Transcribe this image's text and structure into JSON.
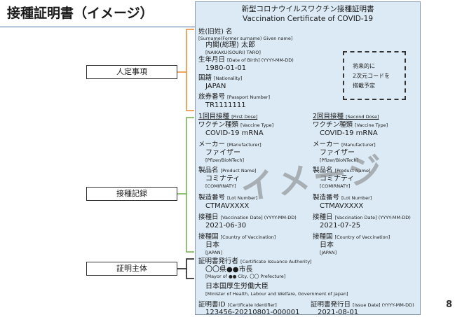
{
  "page": {
    "title": "接種証明書（イメージ）",
    "number": "8"
  },
  "categories": {
    "personal": "人定事項",
    "vaccination": "接種記録",
    "issuer": "証明主体"
  },
  "certificate": {
    "title_ja": "新型コロナウイルスワクチン接種証明書",
    "title_en": "Vaccination Certificate of COVID-19",
    "name": {
      "label": "姓(旧姓) 名",
      "label_en": "[Surname(Former surname) Given name]",
      "value": "内閣(総理) 太郎",
      "value_en": "[NAIKAKU(SOURI) TARO]"
    },
    "dob": {
      "label": "生年月日",
      "label_en": "[Date of Birth] (YYYY-MM-DD)",
      "value": "1980-01-01"
    },
    "nationality": {
      "label": "国籍",
      "label_en": "[Nationality]",
      "value": "JAPAN"
    },
    "passport": {
      "label": "旅券番号",
      "label_en": "[Passport Number]",
      "value": "TR1111111"
    },
    "qr_note": [
      "将来的に",
      "2次元コードを",
      "搭載予定"
    ],
    "watermark": "イメージ",
    "doses": [
      {
        "header": "1回目接種",
        "header_en": "[First Dose]",
        "vaccine_type": {
          "label": "ワクチン種類",
          "label_en": "[Vaccine Type]",
          "value": "COVID-19 mRNA"
        },
        "manufacturer": {
          "label": "メーカー",
          "label_en": "[Manufacturer]",
          "value": "ファイザー",
          "value_en": "[Pfizer/BioNTech]"
        },
        "product": {
          "label": "製品名",
          "label_en": "[Product Name]",
          "value": "コミナティ",
          "value_en": "[COMIRNATY]"
        },
        "lot": {
          "label": "製造番号",
          "label_en": "[Lot Number]",
          "value": "CTMAVXXXX"
        },
        "date": {
          "label": "接種日",
          "label_en": "[Vaccination Date] (YYYY-MM-DD)",
          "value": "2021-06-30"
        },
        "country": {
          "label": "接種国",
          "label_en": "[Country of Vaccination]",
          "value": "日本",
          "value_en": "[JAPAN]"
        }
      },
      {
        "header": "2回目接種",
        "header_en": "[Second Dose]",
        "vaccine_type": {
          "label": "ワクチン種類",
          "label_en": "[Vaccine Type]",
          "value": "COVID-19 mRNA"
        },
        "manufacturer": {
          "label": "メーカー",
          "label_en": "[Manufacturer]",
          "value": "ファイザー",
          "value_en": "[Pfizer/BioNTech]"
        },
        "product": {
          "label": "製品名",
          "label_en": "[Product Name]",
          "value": "コミナティ",
          "value_en": "[COMIRNATY]"
        },
        "lot": {
          "label": "製造番号",
          "label_en": "[Lot Number]",
          "value": "CTMAVXXXX"
        },
        "date": {
          "label": "接種日",
          "label_en": "[Vaccination Date] (YYYY-MM-DD)",
          "value": "2021-07-25"
        },
        "country": {
          "label": "接種国",
          "label_en": "[Country of Vaccination]",
          "value": "日本",
          "value_en": "[JAPAN]"
        }
      }
    ],
    "issuer": {
      "label": "証明書発行者",
      "label_en": "[Certificate Issuance Authority]",
      "value": "〇〇県●●市長",
      "value_en": "[Mayor of ●● City, 〇〇 Prefecture]"
    },
    "ministry": {
      "value": "日本国厚生労働大臣",
      "value_en": "[Minister of Health, Labour and Welfare, Government of Japan]"
    },
    "cert_id": {
      "label": "証明書ID",
      "label_en": "[Certificate Identifier]",
      "value": "123456-20210801-000001"
    },
    "issue_date": {
      "label": "証明書発行日",
      "label_en": "[Issue Date] (YYYY-MM-DD)",
      "value": "2021-08-01"
    }
  },
  "colors": {
    "personal_bracket": "#e8872a",
    "vaccination_bracket": "#6cae4a",
    "issuer_bracket": "#111111",
    "certificate_bg": "#dbeaf5"
  }
}
